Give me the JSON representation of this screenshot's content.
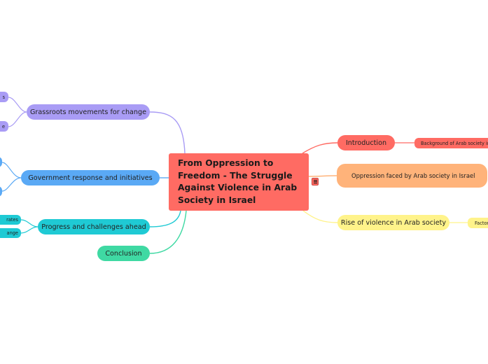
{
  "central": {
    "title": "From Oppression to Freedom - The Struggle Against Violence in Arab Society in Israel"
  },
  "branches": {
    "grassroots": "Grassroots movements for change",
    "government": "Government response and initiatives",
    "progress": "Progress and challenges ahead",
    "conclusion": "Conclusion",
    "introduction": "Introduction",
    "oppression": "Oppression faced by Arab society in Israel",
    "rise": "Rise of violence in Arab society"
  },
  "subtopics": {
    "grassroots_top": "s",
    "grassroots_bottom": "e",
    "progress_top": "rates",
    "progress_bottom": "ange",
    "introduction_child": "Background of Arab society in",
    "rise_child": "Factors"
  },
  "colors": {
    "central": "#ff6b63",
    "grassroots": "#a99cf5",
    "government": "#5aa9f5",
    "progress": "#1fcad4",
    "conclusion": "#3fd9a3",
    "introduction": "#ff6b63",
    "oppression": "#ffb37a",
    "rise": "#fff38a"
  },
  "icons": {
    "notes": "notes-icon"
  }
}
